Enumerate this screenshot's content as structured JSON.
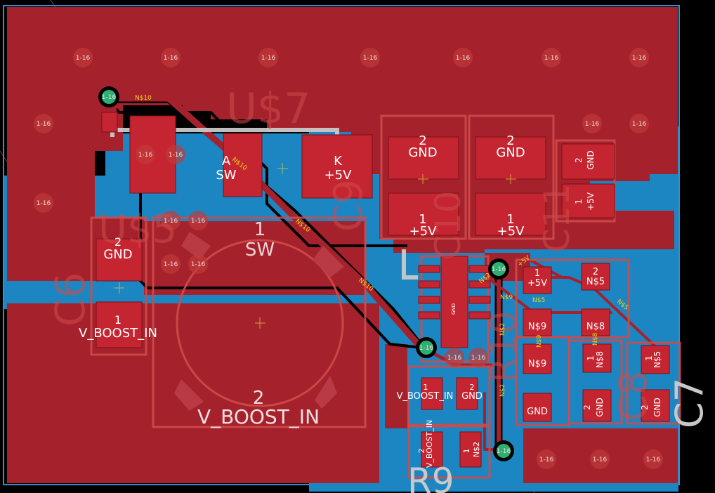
{
  "colors": {
    "background": "#000000",
    "copper_top": "#a5222d",
    "copper_bottom": "#1c86c2",
    "silkscreen": "#c8c8c8",
    "via": "#2fae72",
    "net_label": "#f3d21a"
  },
  "icons": {
    "via": "via-circle-icon",
    "crosshair": "origin-crosshair-icon"
  },
  "via_label": "1-16",
  "parts": {
    "u7": {
      "name": "U$7",
      "pad_a": "A",
      "pad_a_net": "SW",
      "pad_k": "K",
      "pad_k_net": "+5V"
    },
    "u5": {
      "name": "U$5"
    },
    "c6": {
      "name": "C6",
      "pin2": "2",
      "pin2_net": "GND",
      "pin1": "1",
      "pin1_net": "V_BOOST_IN"
    },
    "inductor": {
      "pin1": "1",
      "pin1_net": "SW",
      "pin2": "2",
      "pin2_net": "V_BOOST_IN"
    },
    "c9": {
      "name": "C9"
    },
    "c10": {
      "name": "C10",
      "pin2": "2",
      "pin2_net": "GND",
      "pin1": "1",
      "pin1_net": "+5V"
    },
    "c11": {
      "name": "C11",
      "pin2": "2",
      "pin2_net": "GND",
      "pin1": "1",
      "pin1_net": "+5V"
    },
    "c_small": {
      "pin2": "2",
      "pin2_net": "GND",
      "pin1": "1",
      "pin1_net": "+5V"
    },
    "r_group": {
      "pin1": "1",
      "pin1_net": "+5V",
      "pin2": "2",
      "pin2_net": "N$5",
      "n9a": "N$9",
      "n9b": "N$9",
      "n8": "N$8",
      "gnd": "GND"
    },
    "c8": {
      "name": "C8",
      "pin1": "1",
      "pin1_net": "N$8",
      "pin2": "2",
      "pin2_net": "GND"
    },
    "c7": {
      "name": "C7",
      "pin1": "1",
      "pin1_net": "N$5",
      "pin2": "2",
      "pin2_net": "GND"
    },
    "r10": {
      "name": "R10",
      "pin1": "1",
      "pin1_net": "V_BOOST_IN",
      "pin2": "2",
      "pin2_net": "GND"
    },
    "r9": {
      "name": "R9",
      "pin2": "2",
      "pin2_net": "V_BOOST_IN",
      "pin1": "1",
      "pin1_net": "N$2"
    },
    "ic": {
      "label": "GND"
    }
  },
  "nets": {
    "n10": "N$10",
    "n5": "N$5",
    "n9": "N$9",
    "n2": "N$2",
    "n8": "N$8",
    "p5v": "+5V"
  }
}
